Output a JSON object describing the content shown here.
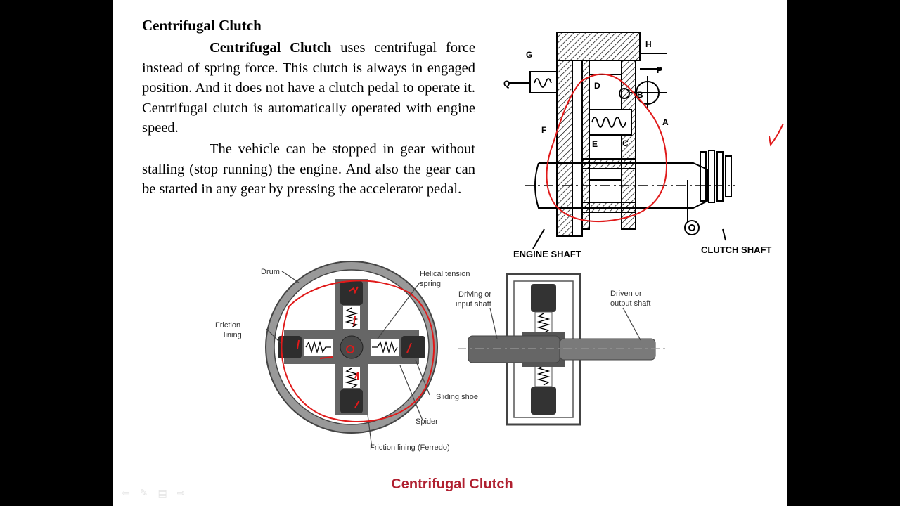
{
  "slide": {
    "title": "Centrifugal Clutch",
    "para1_bold": "Centrifugal Clutch",
    "para1_text": " uses centrifugal force instead of spring force. This clutch is always in engaged position. And it does not have a clutch pedal to operate it. Centrifugal clutch is automatically operated with engine speed.",
    "para2_text": "The vehicle can be stopped in gear without stalling (stop running) the engine. And also the gear can be started in any gear by pressing the accelerator pedal."
  },
  "top_diagram": {
    "letters": [
      "G",
      "H",
      "P",
      "Q",
      "D",
      "B",
      "F",
      "A",
      "E",
      "C"
    ],
    "engine_shaft_label": "ENGINE SHAFT",
    "clutch_shaft_label": "CLUTCH SHAFT"
  },
  "bottom_diagram": {
    "drum": "Drum",
    "helical_spring_1": "Helical tension",
    "helical_spring_2": "spring",
    "friction_lining_1": "Friction",
    "friction_lining_2": "lining",
    "sliding_shoe": "Sliding shoe",
    "spider": "Spider",
    "friction_ferredo": "Friction lining (Ferredo)",
    "driving_1": "Driving or",
    "driving_2": "input shaft",
    "driven_1": "Driven or",
    "driven_2": "output shaft",
    "caption": "Centrifugal Clutch"
  },
  "nav": {
    "prev_icon": "arrow-left-icon",
    "pen_icon": "pen-icon",
    "menu_icon": "menu-icon",
    "next_icon": "arrow-right-icon"
  },
  "colors": {
    "annotation": "#e01a1a",
    "caption": "#b02030"
  }
}
